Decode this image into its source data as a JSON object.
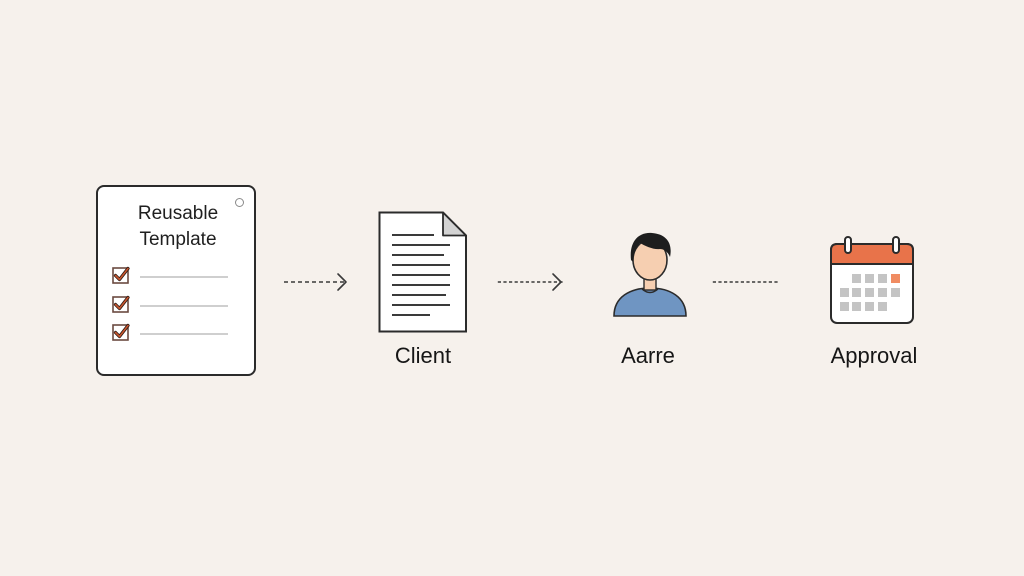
{
  "template": {
    "title": "Reusable\nTemplate",
    "check_items": 3
  },
  "steps": [
    {
      "label": "Client",
      "icon": "document-icon"
    },
    {
      "label": "Aarre",
      "icon": "person-icon"
    },
    {
      "label": "Approval",
      "icon": "calendar-icon"
    }
  ],
  "colors": {
    "background": "#f6f1ec",
    "check_accent": "#c8552e",
    "calendar_header": "#e8734a",
    "calendar_highlight": "#f08c62",
    "calendar_day": "#c4c4c4",
    "shirt": "#6f95c2",
    "skin": "#f6cfb1",
    "hair": "#1e1e1e"
  }
}
